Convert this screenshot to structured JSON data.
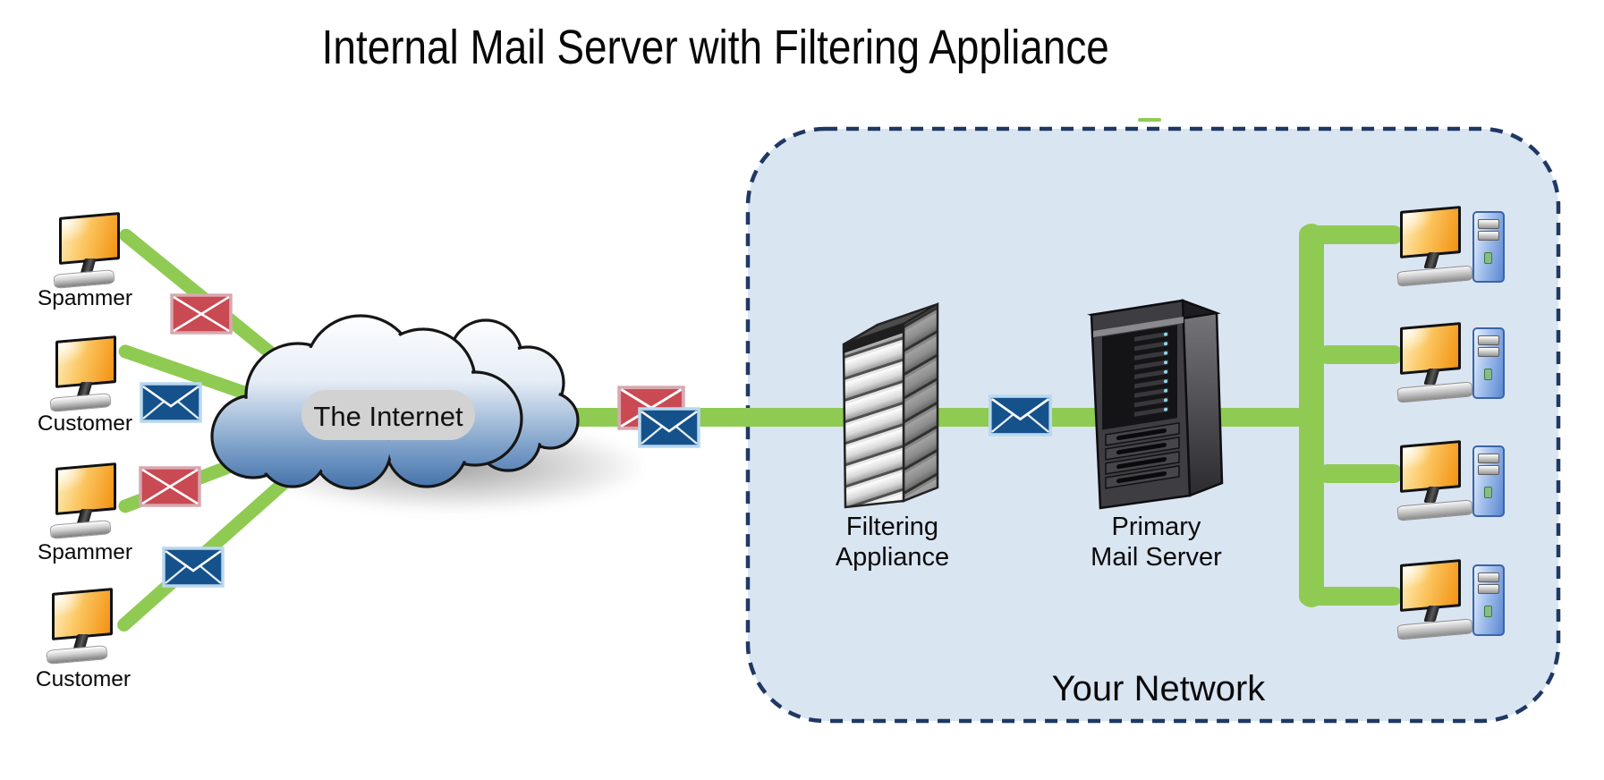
{
  "title": "Internal Mail Server with Filtering Appliance",
  "internet": {
    "label": "The Internet"
  },
  "senders": [
    {
      "label": "Spammer",
      "mail_type": "spam"
    },
    {
      "label": "Customer",
      "mail_type": "legitimate"
    },
    {
      "label": "Spammer",
      "mail_type": "spam"
    },
    {
      "label": "Customer",
      "mail_type": "legitimate"
    }
  ],
  "network": {
    "label": "Your Network",
    "appliance": {
      "label": [
        "Filtering",
        "Appliance"
      ]
    },
    "mail_server": {
      "label": [
        "Primary",
        "Mail Server"
      ]
    },
    "workstation_count": 4
  },
  "colors": {
    "link_green": "#8FCB52",
    "network_fill": "#DAE5F2",
    "network_border": "#1F3864",
    "spam_envelope_red": "#C94A52",
    "mail_envelope_blue": "#15528C",
    "cloud_blue": "#3D6CA6",
    "monitor_orange": "#F29211",
    "internet_pill_gray": "#D2D2D2"
  }
}
